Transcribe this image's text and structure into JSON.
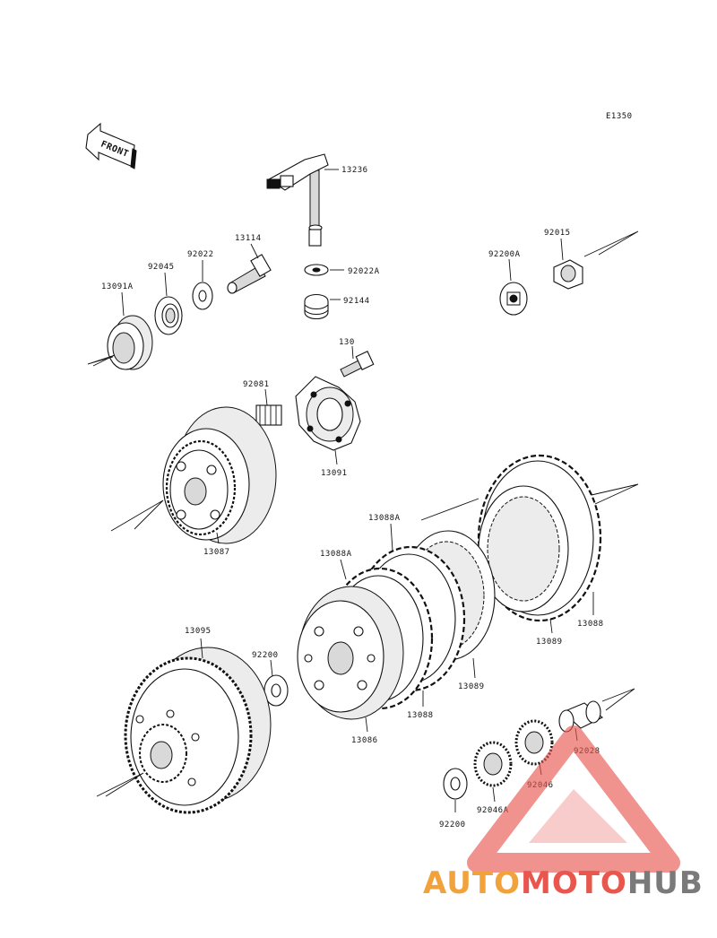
{
  "diagram": {
    "code": "E1350",
    "front_label": "FRONT",
    "part_labels": [
      {
        "id": "p13236",
        "text": "13236"
      },
      {
        "id": "p13114",
        "text": "13114"
      },
      {
        "id": "p92022",
        "text": "92022"
      },
      {
        "id": "p92045",
        "text": "92045"
      },
      {
        "id": "p13091A",
        "text": "13091A"
      },
      {
        "id": "p92022A",
        "text": "92022A"
      },
      {
        "id": "p92144",
        "text": "92144"
      },
      {
        "id": "p92200A",
        "text": "92200A"
      },
      {
        "id": "p92015",
        "text": "92015"
      },
      {
        "id": "p130",
        "text": "130"
      },
      {
        "id": "p92081",
        "text": "92081"
      },
      {
        "id": "p13091",
        "text": "13091"
      },
      {
        "id": "p13087",
        "text": "13087"
      },
      {
        "id": "p13088A_top",
        "text": "13088A"
      },
      {
        "id": "p13088A_mid",
        "text": "13088A"
      },
      {
        "id": "p13088_right",
        "text": "13088"
      },
      {
        "id": "p13089_right",
        "text": "13089"
      },
      {
        "id": "p13089_mid",
        "text": "13089"
      },
      {
        "id": "p13088_mid",
        "text": "13088"
      },
      {
        "id": "p13095",
        "text": "13095"
      },
      {
        "id": "p92200_mid",
        "text": "92200"
      },
      {
        "id": "p13086",
        "text": "13086"
      },
      {
        "id": "p92028",
        "text": "92028"
      },
      {
        "id": "p92046",
        "text": "92046"
      },
      {
        "id": "p92046A",
        "text": "92046A"
      },
      {
        "id": "p92200_bot",
        "text": "92200"
      }
    ]
  },
  "watermark": {
    "part1": "AUTO",
    "part2": "MOTO",
    "part3": "HUB",
    "color1": "#f2a23a",
    "color2": "#e8564d",
    "color3": "#7a7a7a"
  }
}
